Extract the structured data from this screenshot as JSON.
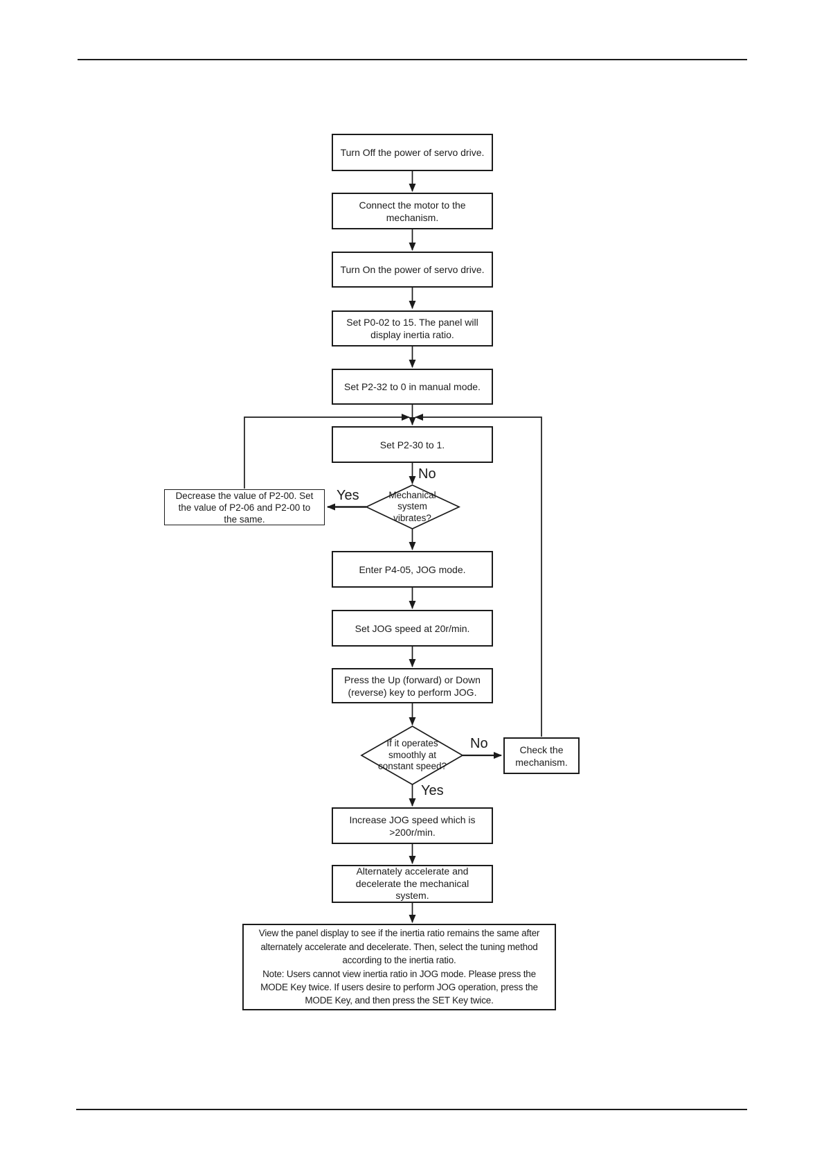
{
  "page": {
    "background": "#ffffff",
    "ink_color": "#1b1b1b"
  },
  "flowchart": {
    "nodes": {
      "turn_off_power": {
        "label": "Turn Off the power of servo drive."
      },
      "connect_motor": {
        "label": "Connect the motor to the\nmechanism."
      },
      "turn_on_power": {
        "label": "Turn On the power of servo drive."
      },
      "set_p0_02": {
        "label": "Set P0-02 to 15. The panel will\ndisplay inertia ratio."
      },
      "set_p2_32": {
        "label": "Set P2-32 to 0 in manual mode."
      },
      "set_p2_30": {
        "label": "Set P2-30 to 1."
      },
      "vibrate_decision": {
        "label": "Mechanical\nsystem\nvibrates?"
      },
      "decrease_p2_00": {
        "label": "Decrease the value of P2-00. Set\nthe value of P2-06 and P2-00 to\nthe same."
      },
      "enter_p4_05": {
        "label": "Enter P4-05, JOG mode."
      },
      "set_jog_speed": {
        "label": "Set JOG speed at 20r/min."
      },
      "press_up_down": {
        "label": "Press the Up (forward) or Down\n(reverse) key to perform JOG."
      },
      "smooth_decision": {
        "label": "If it operates\nsmoothly at\nconstant speed?"
      },
      "check_mechanism": {
        "label": "Check the\nmechanism."
      },
      "increase_jog": {
        "label": "Increase JOG speed which is\n>200r/min."
      },
      "alternate_accel": {
        "label": "Alternately accelerate and\ndecelerate the mechanical\nsystem."
      },
      "view_panel_note": {
        "label": "View the panel display to see if the inertia ratio remains the same after\nalternately accelerate and decelerate. Then, select the tuning method\naccording to the inertia ratio.\nNote: Users cannot view inertia ratio in JOG mode. Please press the\nMODE Key twice. If users desire to perform JOG operation, press the\nMODE Key, and then press the SET Key twice."
      }
    },
    "branch_labels": {
      "vibrate_no": "No",
      "vibrate_yes": "Yes",
      "smooth_no": "No",
      "smooth_yes": "Yes"
    }
  }
}
